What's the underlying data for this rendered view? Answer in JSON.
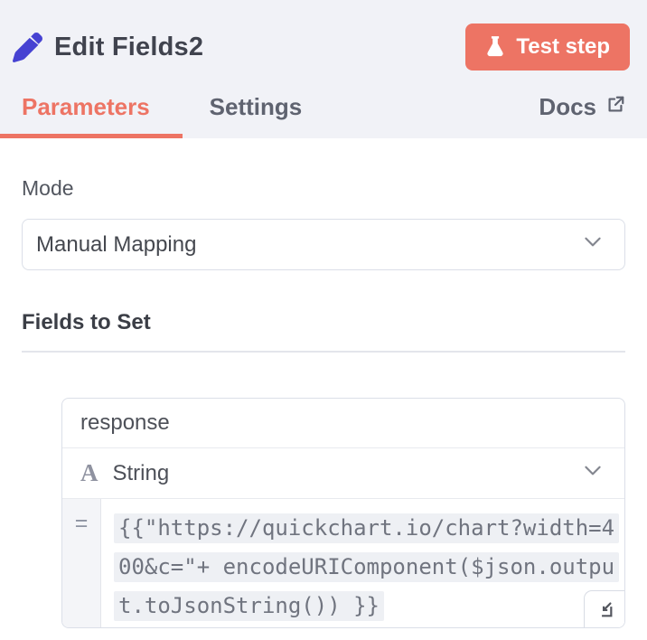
{
  "header": {
    "title": "Edit Fields2",
    "test_button_label": "Test step"
  },
  "tabs": {
    "parameters": "Parameters",
    "settings": "Settings",
    "docs": "Docs"
  },
  "form": {
    "mode_label": "Mode",
    "mode_value": "Manual Mapping",
    "fields_heading": "Fields to Set",
    "field": {
      "name_value": "response",
      "type_icon_glyph": "A",
      "type_value": "String",
      "equals_glyph": "=",
      "expression_lines": {
        "0": "{{\"https://quickchart.io/chart?width=4",
        "1": "00&c=\"+ encodeURIComponent($json.outpu",
        "2": "t.toJsonString()) }}"
      }
    }
  },
  "colors": {
    "accent_coral": "#ed7464",
    "icon_indigo": "#4642d2",
    "header_bg": "#f1f2f7",
    "code_highlight_bg": "#eef0f4"
  }
}
